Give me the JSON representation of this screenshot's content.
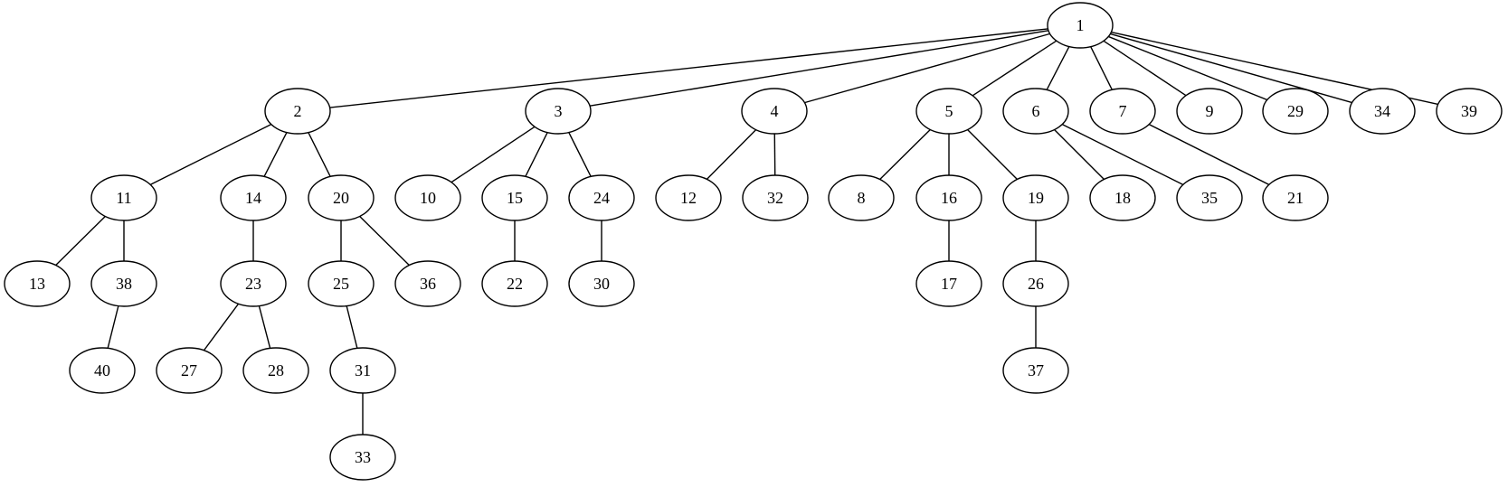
{
  "tree": {
    "nodes": [
      "1",
      "2",
      "3",
      "4",
      "5",
      "6",
      "7",
      "9",
      "29",
      "34",
      "39",
      "11",
      "14",
      "20",
      "10",
      "15",
      "24",
      "12",
      "32",
      "8",
      "16",
      "19",
      "18",
      "35",
      "21",
      "13",
      "38",
      "23",
      "25",
      "36",
      "22",
      "30",
      "17",
      "26",
      "40",
      "27",
      "28",
      "31",
      "37",
      "33"
    ],
    "edges": [
      [
        "1",
        "2"
      ],
      [
        "1",
        "3"
      ],
      [
        "1",
        "4"
      ],
      [
        "1",
        "5"
      ],
      [
        "1",
        "6"
      ],
      [
        "1",
        "7"
      ],
      [
        "1",
        "9"
      ],
      [
        "1",
        "29"
      ],
      [
        "1",
        "34"
      ],
      [
        "1",
        "39"
      ],
      [
        "2",
        "11"
      ],
      [
        "2",
        "14"
      ],
      [
        "2",
        "20"
      ],
      [
        "3",
        "10"
      ],
      [
        "3",
        "15"
      ],
      [
        "3",
        "24"
      ],
      [
        "4",
        "12"
      ],
      [
        "4",
        "32"
      ],
      [
        "5",
        "8"
      ],
      [
        "5",
        "16"
      ],
      [
        "5",
        "19"
      ],
      [
        "6",
        "18"
      ],
      [
        "6",
        "35"
      ],
      [
        "7",
        "21"
      ],
      [
        "11",
        "13"
      ],
      [
        "11",
        "38"
      ],
      [
        "14",
        "23"
      ],
      [
        "20",
        "25"
      ],
      [
        "20",
        "36"
      ],
      [
        "15",
        "22"
      ],
      [
        "24",
        "30"
      ],
      [
        "16",
        "17"
      ],
      [
        "19",
        "26"
      ],
      [
        "38",
        "40"
      ],
      [
        "23",
        "27"
      ],
      [
        "23",
        "28"
      ],
      [
        "25",
        "31"
      ],
      [
        "26",
        "37"
      ],
      [
        "31",
        "33"
      ]
    ]
  }
}
